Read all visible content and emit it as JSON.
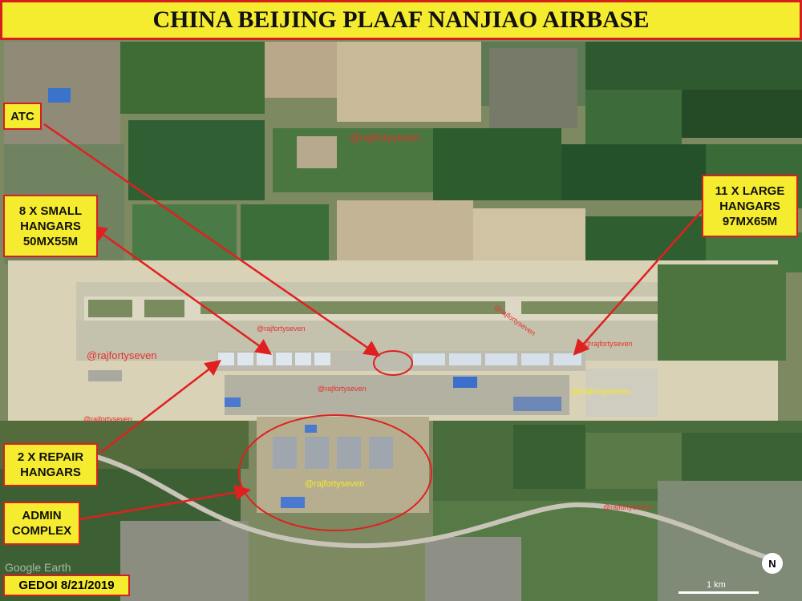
{
  "title": "CHINA BEIJING PLAAF NANJIAO AIRBASE",
  "labels": {
    "atc": "ATC",
    "small_hangars": [
      "8 X SMALL",
      "HANGARS",
      "50MX55M"
    ],
    "large_hangars": [
      "11 X LARGE",
      "HANGARS",
      "97MX65M"
    ],
    "repair_hangars": [
      "2 X REPAIR",
      "HANGARS"
    ],
    "admin_complex": [
      "ADMIN",
      "COMPLEX"
    ]
  },
  "watermark": "@rajfortyseven",
  "date_label": "GEDOI 8/21/2019",
  "imagery_credit": "Google Earth",
  "scale_label": "1 km",
  "compass_label": "N",
  "colors": {
    "title_bg": "#f6ec2f",
    "border": "#d62020",
    "arrow": "#e02020"
  }
}
